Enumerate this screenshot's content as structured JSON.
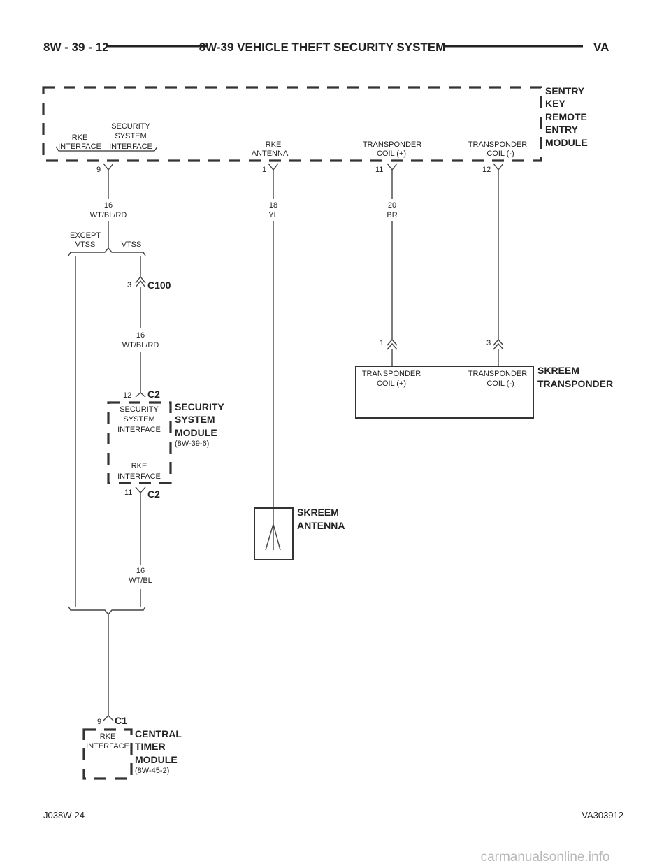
{
  "header": {
    "left": "8W - 39 - 12",
    "center": "8W-39 VEHICLE THEFT SECURITY SYSTEM",
    "right": "VA"
  },
  "skrem": {
    "name": [
      "SENTRY",
      "KEY",
      "REMOTE",
      "ENTRY",
      "MODULE"
    ],
    "pins": [
      {
        "lines": [
          "RKE",
          "INTERFACE"
        ],
        "pin": "9",
        "gauge": "16",
        "color": "WT/BL/RD"
      },
      {
        "lines": [
          "SECURITY",
          "SYSTEM",
          "INTERFACE"
        ]
      },
      {
        "lines": [
          "RKE",
          "ANTENNA"
        ],
        "pin": "1",
        "gauge": "18",
        "color": "YL"
      },
      {
        "lines": [
          "TRANSPONDER",
          "COIL (+)"
        ],
        "pin": "11",
        "gauge": "20",
        "color": "BR"
      },
      {
        "lines": [
          "TRANSPONDER",
          "COIL (-)"
        ],
        "pin": "12"
      }
    ]
  },
  "splice_top": {
    "left": [
      "EXCEPT",
      "VTSS"
    ],
    "right": "VTSS"
  },
  "c100": {
    "pin": "3",
    "name": "C100",
    "gauge": "16",
    "color": "WT/BL/RD"
  },
  "ssm": {
    "name": [
      "SECURITY",
      "SYSTEM",
      "MODULE"
    ],
    "ref": "(8W-39-6)",
    "top_connector": {
      "pin": "12",
      "name": "C2"
    },
    "top_label": [
      "SECURITY",
      "SYSTEM",
      "INTERFACE"
    ],
    "bottom_label": [
      "RKE",
      "INTERFACE"
    ],
    "bottom_connector": {
      "pin": "11",
      "name": "C2"
    },
    "out_gauge": "16",
    "out_color": "WT/BL"
  },
  "transponder": {
    "name": [
      "SKREEM",
      "TRANSPONDER"
    ],
    "pins": [
      {
        "pin": "1",
        "lines": [
          "TRANSPONDER",
          "COIL (+)"
        ]
      },
      {
        "pin": "3",
        "lines": [
          "TRANSPONDER",
          "COIL (-)"
        ]
      }
    ]
  },
  "antenna": {
    "name": [
      "SKREEM",
      "ANTENNA"
    ]
  },
  "ctm": {
    "connector": {
      "pin": "9",
      "name": "C1"
    },
    "label": [
      "RKE",
      "INTERFACE"
    ],
    "name": [
      "CENTRAL",
      "TIMER",
      "MODULE"
    ],
    "ref": "(8W-45-2)"
  },
  "footer": {
    "left": "J038W-24",
    "right": "VA303912"
  },
  "watermark": "carmanualsonline.info"
}
